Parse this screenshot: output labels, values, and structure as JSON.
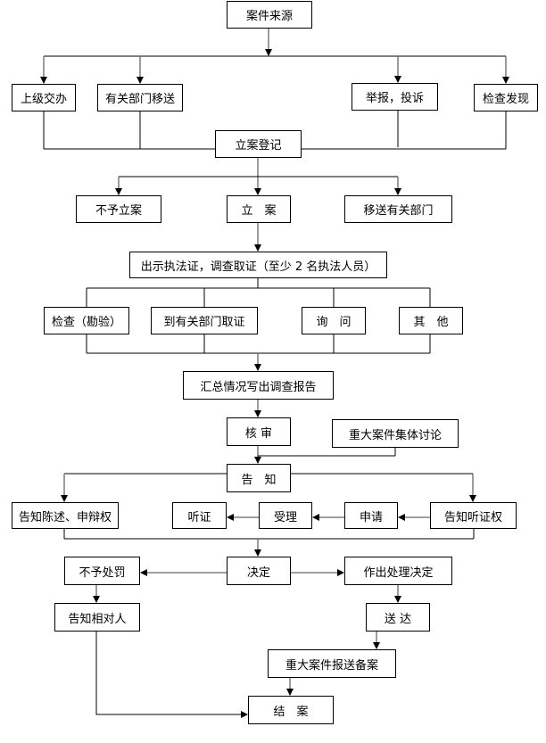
{
  "nodes": {
    "source": "案件来源",
    "superior": "上级交办",
    "dept_transfer": "有关部门移送",
    "report": "举报，投诉",
    "inspection_found": "检查发现",
    "register": "立案登记",
    "no_case": "不予立案",
    "file_case": "立　案",
    "transfer_dept": "移送有关部门",
    "show_cert": "出示执法证，调查取证（至少 2 名执法人员）",
    "inspect": "检查（勘验）",
    "dept_evidence": "到有关部门取证",
    "inquiry": "询　问",
    "other": "其　他",
    "summary": "汇总情况写出调查报告",
    "review": "核 审",
    "collective": "重大案件集体讨论",
    "notify": "告　知",
    "notify_defense": "告知陈述、申辩权",
    "hearing": "听证",
    "accept": "受理",
    "apply": "申请",
    "notify_hearing": "告知听证权",
    "decision": "决定",
    "no_penalty": "不予处罚",
    "make_decision": "作出处理决定",
    "notify_party": "告知相对人",
    "deliver": "送 达",
    "report_file": "重大案件报送备案",
    "close": "结　案"
  }
}
